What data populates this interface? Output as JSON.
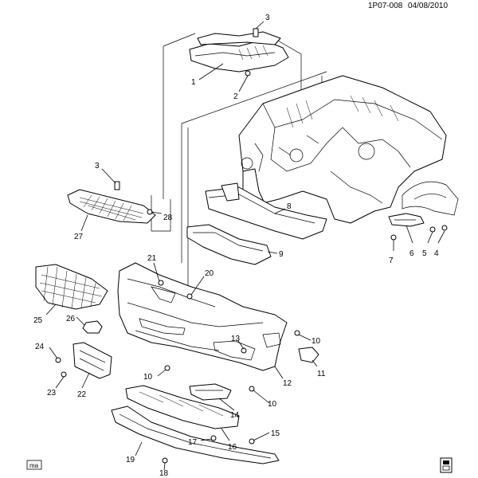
{
  "header": {
    "drawing_id": "1P07-008",
    "date": "04/08/2010"
  },
  "footer": {
    "corner_mark": "ma"
  },
  "callouts": [
    {
      "number": "1"
    },
    {
      "number": "2"
    },
    {
      "number": "3"
    },
    {
      "number": "3"
    },
    {
      "number": "4"
    },
    {
      "number": "5"
    },
    {
      "number": "6"
    },
    {
      "number": "7"
    },
    {
      "number": "8"
    },
    {
      "number": "9"
    },
    {
      "number": "10"
    },
    {
      "number": "10"
    },
    {
      "number": "10"
    },
    {
      "number": "11"
    },
    {
      "number": "12"
    },
    {
      "number": "13"
    },
    {
      "number": "14"
    },
    {
      "number": "15"
    },
    {
      "number": "16"
    },
    {
      "number": "17"
    },
    {
      "number": "18"
    },
    {
      "number": "19"
    },
    {
      "number": "20"
    },
    {
      "number": "21"
    },
    {
      "number": "22"
    },
    {
      "number": "23"
    },
    {
      "number": "24"
    },
    {
      "number": "25"
    },
    {
      "number": "26"
    },
    {
      "number": "27"
    },
    {
      "number": "28"
    }
  ]
}
